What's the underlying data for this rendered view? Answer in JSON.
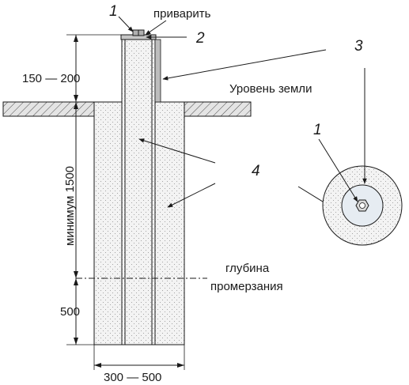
{
  "labels": {
    "weld": "приварить",
    "ground_level": "Уровень земли",
    "freeze_depth_line1": "глубина",
    "freeze_depth_line2": "промерзания"
  },
  "dimensions": {
    "above_ground": "150 — 200",
    "min_depth": "минимум 1500",
    "below_freeze": "500",
    "pit_width": "300 — 500"
  },
  "callouts": {
    "c1_top": "1",
    "c2": "2",
    "c3": "3",
    "c4": "4",
    "c1_plan": "1"
  }
}
